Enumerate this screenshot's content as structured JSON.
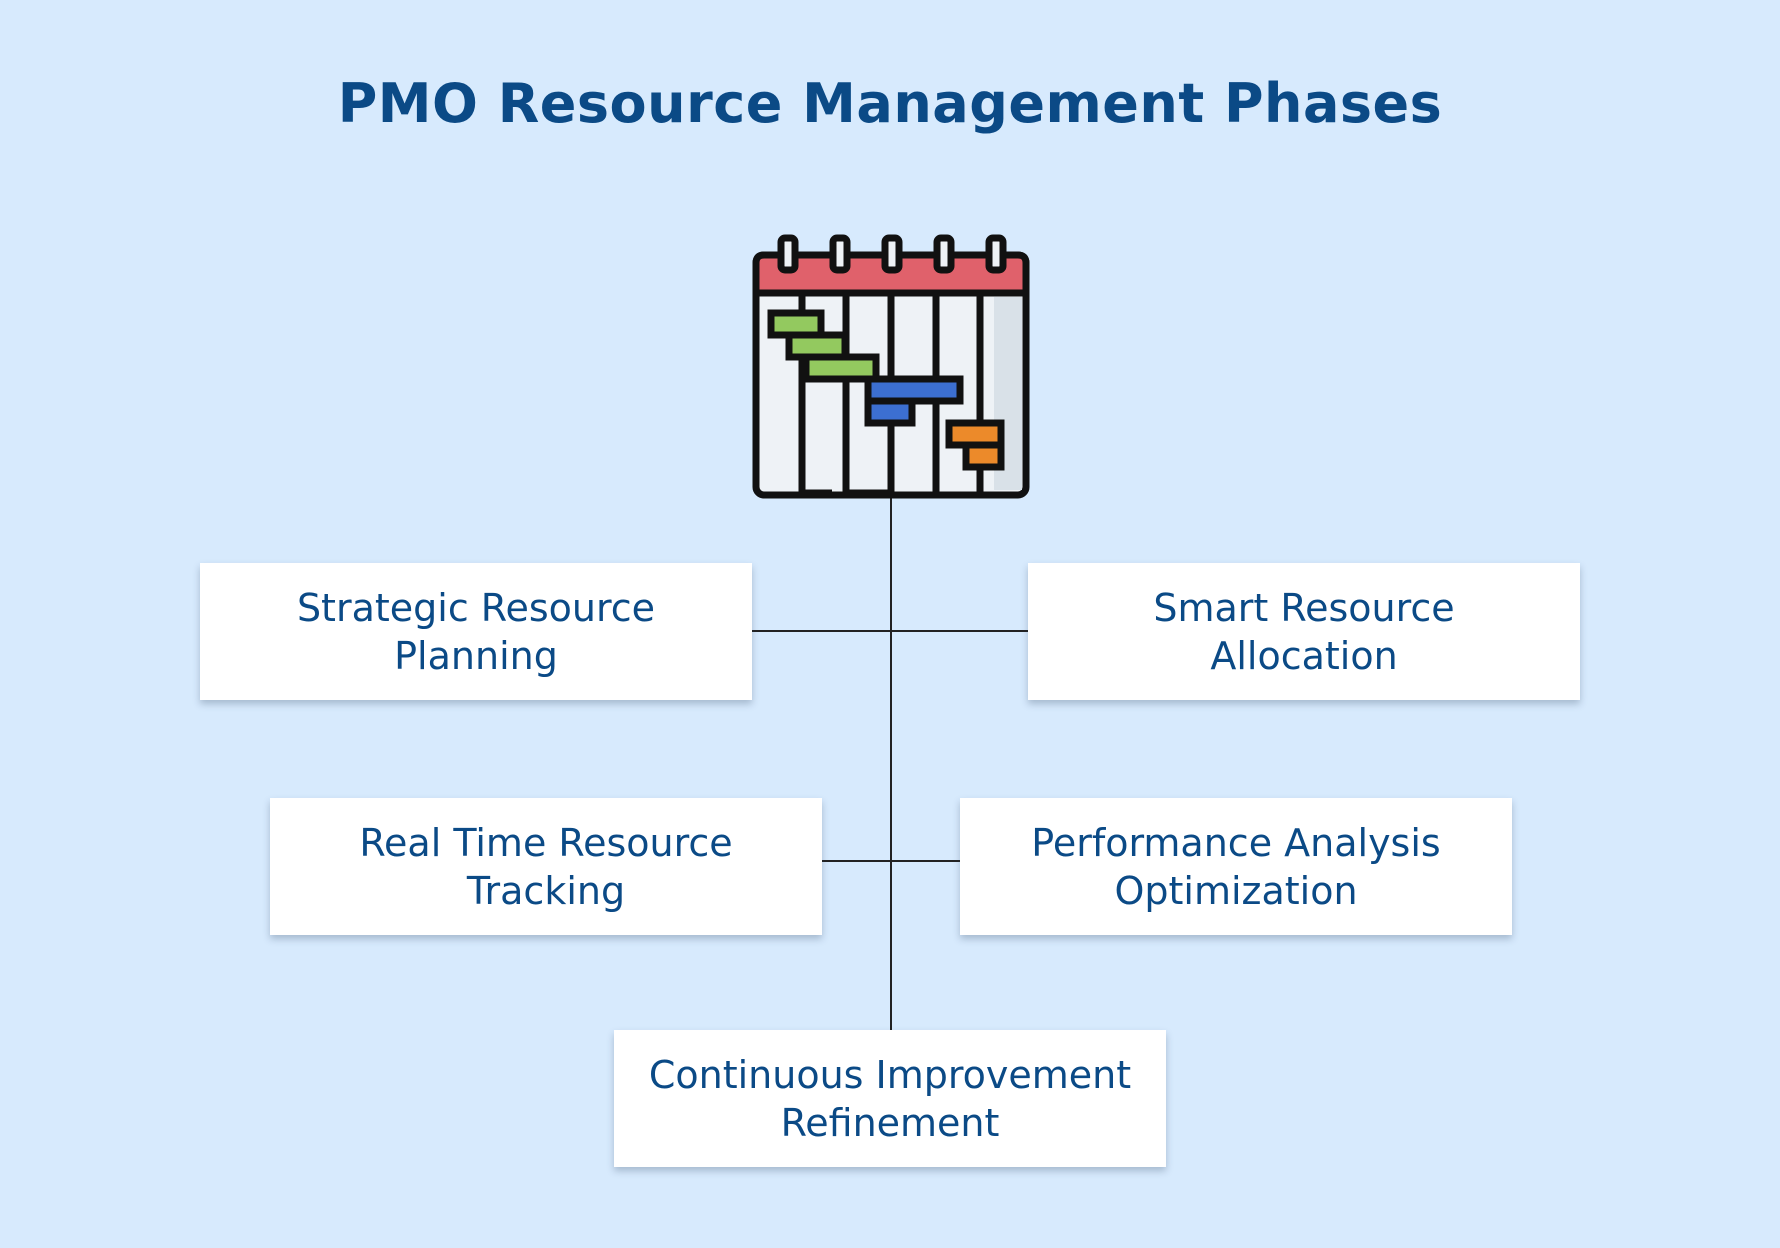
{
  "title": "PMO Resource Management Phases",
  "colors": {
    "background": "#d7eafd",
    "title": "#0b4a86",
    "box": "#ffffff",
    "connector": "#222222",
    "calendar_header": "#e0616b",
    "bar_green": "#93c95f",
    "bar_blue": "#3c6fd1",
    "bar_orange": "#ec8a2a"
  },
  "center_icon": "gantt-calendar-icon",
  "phases": [
    {
      "label": "Strategic Resource Planning"
    },
    {
      "label": "Smart Resource Allocation"
    },
    {
      "label": "Real Time Resource Tracking"
    },
    {
      "label": "Performance Analysis Optimization"
    },
    {
      "label": "Continuous Improvement Refinement"
    }
  ]
}
